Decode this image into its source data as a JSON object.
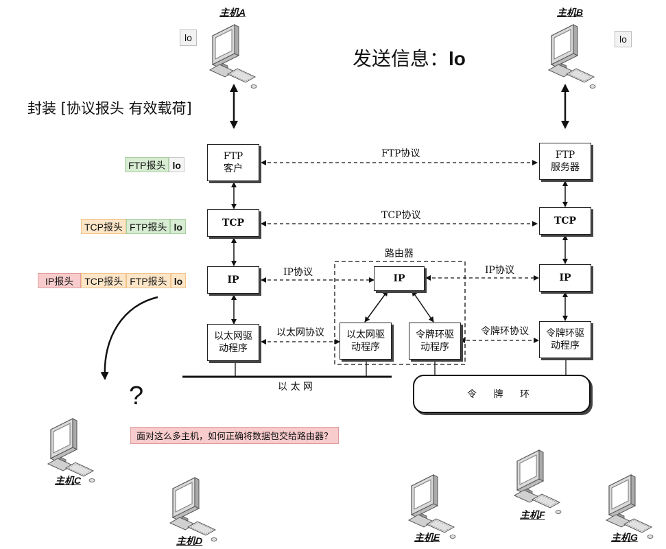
{
  "hosts": {
    "a": "主机A",
    "b": "主机B",
    "c": "主机C",
    "d": "主机D",
    "e": "主机E",
    "f": "主机F",
    "g": "主机G"
  },
  "host_a_data": "lo",
  "host_b_data": "lo",
  "message": {
    "prefix": "发送信息：",
    "value": "lo"
  },
  "encapsulation_caption": "封装 [协议报头 有效载荷]",
  "packets": {
    "ftp": {
      "ftp_header": "FTP报头",
      "payload": "lo"
    },
    "tcp": {
      "tcp_header": "TCP报头",
      "ftp_header": "FTP报头",
      "payload": "lo"
    },
    "ip": {
      "ip_header": "IP报头",
      "tcp_header": "TCP报头",
      "ftp_header": "FTP报头",
      "payload": "lo"
    }
  },
  "stack_left": {
    "ftp_line1": "FTP",
    "ftp_line2": "客户",
    "tcp": "TCP",
    "ip": "IP",
    "eth_line1": "以太网驱",
    "eth_line2": "动程序"
  },
  "stack_right": {
    "ftp_line1": "FTP",
    "ftp_line2": "服务器",
    "tcp": "TCP",
    "ip": "IP",
    "tr_line1": "令牌环驱",
    "tr_line2": "动程序"
  },
  "router": {
    "label": "路由器",
    "ip": "IP",
    "eth_line1": "以太网驱",
    "eth_line2": "动程序",
    "tr_line1": "令牌环驱",
    "tr_line2": "动程序"
  },
  "protocols": {
    "ftp": "FTP协议",
    "tcp": "TCP协议",
    "ip_left": "IP协议",
    "ip_right": "IP协议",
    "ethernet": "以太网协议",
    "token_ring": "令牌环协议"
  },
  "networks": {
    "ethernet": "以 太 网",
    "token_ring": "令 牌 环"
  },
  "question_mark": "?",
  "question_note": "面对这么多主机，如何正确将数据包交给路由器？"
}
